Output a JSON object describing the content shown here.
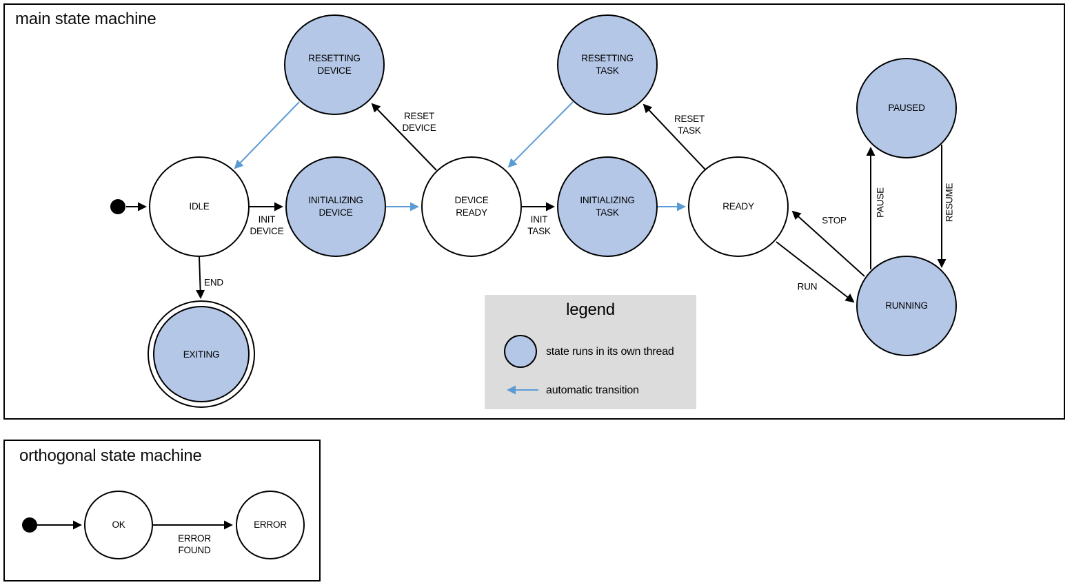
{
  "colors": {
    "background": "#ffffff",
    "node_stroke": "#000000",
    "threaded_state_fill": "#b4c7e7",
    "automatic_transition": "#5b9bd5",
    "event_transition": "#000000",
    "legend_background": "#dcdcdc"
  },
  "main_machine": {
    "title": "main state machine",
    "states": [
      {
        "id": "idle",
        "label": "IDLE",
        "threaded": false,
        "final": false
      },
      {
        "id": "initializing-device",
        "label": "INITIALIZING\nDEVICE",
        "threaded": true,
        "final": false
      },
      {
        "id": "device-ready",
        "label": "DEVICE\nREADY",
        "threaded": false,
        "final": false
      },
      {
        "id": "initializing-task",
        "label": "INITIALIZING\nTASK",
        "threaded": true,
        "final": false
      },
      {
        "id": "ready",
        "label": "READY",
        "threaded": false,
        "final": false
      },
      {
        "id": "resetting-device",
        "label": "RESETTING\nDEVICE",
        "threaded": true,
        "final": false
      },
      {
        "id": "resetting-task",
        "label": "RESETTING\nTASK",
        "threaded": true,
        "final": false
      },
      {
        "id": "paused",
        "label": "PAUSED",
        "threaded": true,
        "final": false
      },
      {
        "id": "running",
        "label": "RUNNING",
        "threaded": true,
        "final": false
      },
      {
        "id": "exiting",
        "label": "EXITING",
        "threaded": true,
        "final": true
      }
    ],
    "transitions": [
      {
        "from": "start",
        "to": "idle",
        "label": "",
        "type": "event"
      },
      {
        "from": "idle",
        "to": "initializing-device",
        "label": "INIT\nDEVICE",
        "type": "event"
      },
      {
        "from": "initializing-device",
        "to": "device-ready",
        "label": "",
        "type": "automatic"
      },
      {
        "from": "device-ready",
        "to": "initializing-task",
        "label": "INIT\nTASK",
        "type": "event"
      },
      {
        "from": "initializing-task",
        "to": "ready",
        "label": "",
        "type": "automatic"
      },
      {
        "from": "device-ready",
        "to": "resetting-device",
        "label": "RESET\nDEVICE",
        "type": "event"
      },
      {
        "from": "resetting-device",
        "to": "idle",
        "label": "",
        "type": "automatic"
      },
      {
        "from": "ready",
        "to": "resetting-task",
        "label": "RESET\nTASK",
        "type": "event"
      },
      {
        "from": "resetting-task",
        "to": "device-ready",
        "label": "",
        "type": "automatic"
      },
      {
        "from": "ready",
        "to": "running",
        "label": "RUN",
        "type": "event"
      },
      {
        "from": "running",
        "to": "ready",
        "label": "STOP",
        "type": "event"
      },
      {
        "from": "running",
        "to": "paused",
        "label": "PAUSE",
        "type": "event"
      },
      {
        "from": "paused",
        "to": "running",
        "label": "RESUME",
        "type": "event"
      },
      {
        "from": "idle",
        "to": "exiting",
        "label": "END",
        "type": "event"
      }
    ]
  },
  "orthogonal_machine": {
    "title": "orthogonal state machine",
    "states": [
      {
        "id": "ok",
        "label": "OK",
        "threaded": false,
        "final": false
      },
      {
        "id": "error",
        "label": "ERROR",
        "threaded": false,
        "final": false
      }
    ],
    "transitions": [
      {
        "from": "start",
        "to": "ok",
        "label": "",
        "type": "event"
      },
      {
        "from": "ok",
        "to": "error",
        "label": "ERROR\nFOUND",
        "type": "event"
      }
    ]
  },
  "legend": {
    "title": "legend",
    "items": [
      {
        "label": "state runs in its own thread"
      },
      {
        "label": "automatic transition"
      }
    ]
  }
}
